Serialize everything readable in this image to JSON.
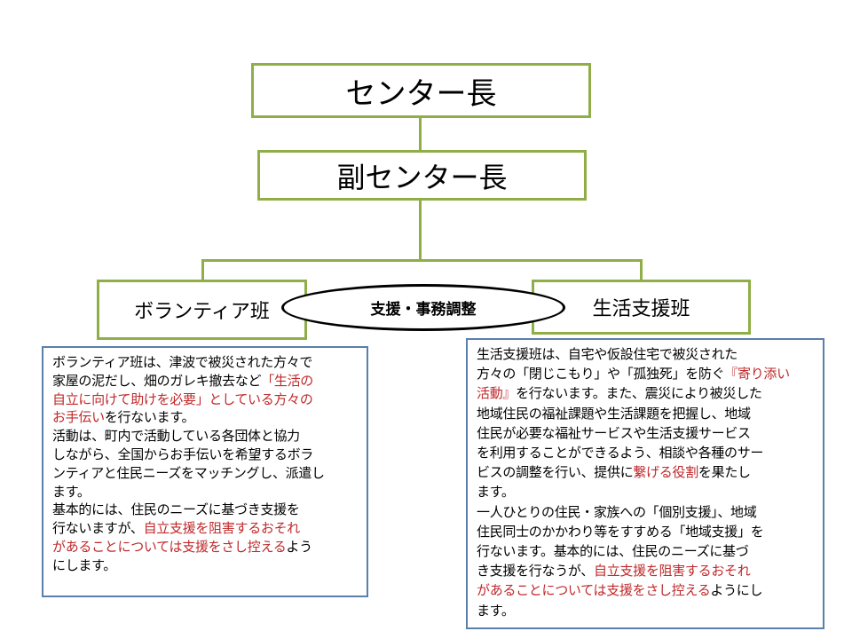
{
  "chart": {
    "director": "センター長",
    "deputy": "副センター長",
    "volunteer_team": "ボランティア班",
    "life_support_team": "生活支援班",
    "coordination": "支援・事務調整"
  },
  "volunteer_desc": {
    "lines": [
      [
        {
          "t": "ボランティア班は、津波で被災された方々で",
          "red": false
        }
      ],
      [
        {
          "t": "家屋の泥だし、畑のガレキ撤去など",
          "red": false
        },
        {
          "t": "「生活の",
          "red": true
        }
      ],
      [
        {
          "t": "自立に向けて助けを必要」としている方々の",
          "red": true
        }
      ],
      [
        {
          "t": "お手伝い",
          "red": true
        },
        {
          "t": "を行ないます。",
          "red": false
        }
      ],
      [
        {
          "t": "活動は、町内で活動している各団体と協力",
          "red": false
        }
      ],
      [
        {
          "t": "しながら、全国からお手伝いを希望するボラ",
          "red": false
        }
      ],
      [
        {
          "t": "ンティアと住民ニーズをマッチングし、派遣し",
          "red": false
        }
      ],
      [
        {
          "t": "ます。",
          "red": false
        }
      ],
      [
        {
          "t": "基本的には、住民のニーズに基づき支援を",
          "red": false
        }
      ],
      [
        {
          "t": "行ないますが、",
          "red": false
        },
        {
          "t": "自立支援を阻害するおそれ",
          "red": true
        }
      ],
      [
        {
          "t": "があることについては支援をさし控える",
          "red": true
        },
        {
          "t": "よう",
          "red": false
        }
      ],
      [
        {
          "t": "にします。",
          "red": false
        }
      ]
    ]
  },
  "life_support_desc": {
    "lines": [
      [
        {
          "t": "生活支援班は、自宅や仮設住宅で被災された",
          "red": false
        }
      ],
      [
        {
          "t": "方々の「閉じこもり」や「孤独死」を防ぐ",
          "red": false
        },
        {
          "t": "『寄り添い",
          "red": true
        }
      ],
      [
        {
          "t": "活動』",
          "red": true
        },
        {
          "t": "を行ないます。また、震災により被災した",
          "red": false
        }
      ],
      [
        {
          "t": "地域住民の福祉課題や生活課題を把握し、地域",
          "red": false
        }
      ],
      [
        {
          "t": "住民が必要な福祉サービスや生活支援サービス",
          "red": false
        }
      ],
      [
        {
          "t": "を利用することができるよう、相談や各種のサー",
          "red": false
        }
      ],
      [
        {
          "t": "ビスの調整を行い、提供に",
          "red": false
        },
        {
          "t": "繋げる役割",
          "red": true
        },
        {
          "t": "を果たし",
          "red": false
        }
      ],
      [
        {
          "t": "ます。",
          "red": false
        }
      ],
      [
        {
          "t": "一人ひとりの住民・家族への「個別支援」、地域",
          "red": false
        }
      ],
      [
        {
          "t": "住民同士のかかわり等をすすめる「地域支援」を",
          "red": false
        }
      ],
      [
        {
          "t": "行ないます。基本的には、住民のニーズに基づ",
          "red": false
        }
      ],
      [
        {
          "t": "き支援を行なうが、",
          "red": false
        },
        {
          "t": "自立支援を阻害するおそれ",
          "red": true
        }
      ],
      [
        {
          "t": "があることについては支援をさし控える",
          "red": true
        },
        {
          "t": "ようにし",
          "red": false
        }
      ],
      [
        {
          "t": "ます。",
          "red": false
        }
      ]
    ]
  },
  "colors": {
    "box_border": "#8fae48",
    "text_box_border": "#5a7fab",
    "highlight": "#c0282a"
  }
}
